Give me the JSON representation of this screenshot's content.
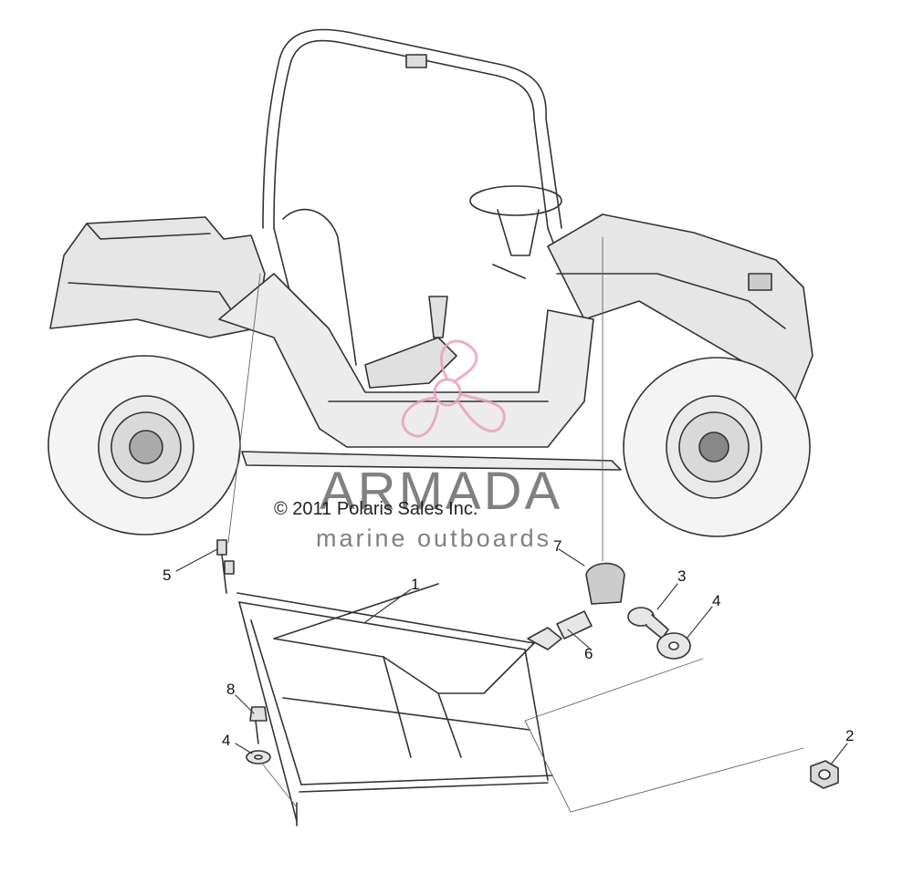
{
  "diagram": {
    "copyright": "© 2011 Polaris Sales Inc.",
    "watermark": {
      "brand": "ARMADA",
      "subtitle": "marine outboards",
      "logo": "propeller-logo",
      "logo_color": "#e8a0c0"
    },
    "callouts": [
      "1",
      "2",
      "3",
      "4",
      "4",
      "5",
      "6",
      "7",
      "8"
    ],
    "colors": {
      "line": "#333333",
      "tire": "#f2f2f2",
      "body": "#e6e6e6"
    }
  }
}
